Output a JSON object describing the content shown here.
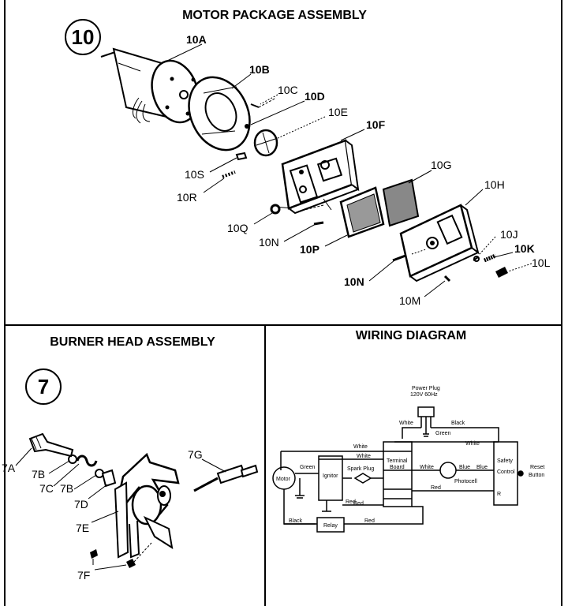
{
  "motor_package": {
    "title": "MOTOR PACKAGE ASSEMBLY",
    "number": "10",
    "parts": [
      "10A",
      "10B",
      "10C",
      "10D",
      "10E",
      "10F",
      "10S",
      "10R",
      "10G",
      "10H",
      "10Q",
      "10N",
      "10P",
      "10J",
      "10K",
      "10L",
      "10N",
      "10M"
    ]
  },
  "burner_head": {
    "title": "BURNER HEAD ASSEMBLY",
    "number": "7",
    "parts": [
      "7G",
      "7A",
      "7B",
      "7C",
      "7B",
      "7D",
      "7E",
      "7F"
    ]
  },
  "wiring": {
    "title": "WIRING DIAGRAM",
    "labels": {
      "power_plug": "Power Plug",
      "power_rating": "120V 60Hz",
      "white_top": "White",
      "black_top": "Black",
      "green_plug": "Green",
      "white_1": "White",
      "white_2": "White",
      "white_3": "White",
      "white_4": "White",
      "green_left": "Green",
      "blue_1": "Blue",
      "blue_2": "Blue",
      "motor": "Motor",
      "ignitor": "Ignitor",
      "spark_plug": "Spark Plug",
      "terminal": "Terminal",
      "board": "Board",
      "photocell": "Photocell",
      "safety": "Safety",
      "control": "Control",
      "reset": "Reset",
      "button": "Button",
      "red_1": "Red",
      "red_2": "Red",
      "red_3": "Red",
      "r_mark": "R",
      "black_bottom": "Black",
      "relay": "Relay",
      "red_bottom": "Red"
    }
  }
}
